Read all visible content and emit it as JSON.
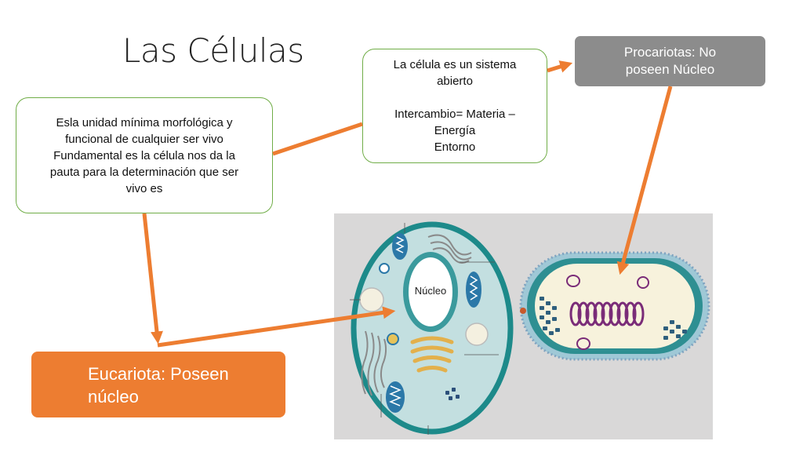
{
  "title": "Las Células",
  "definition_box": {
    "line1": "Esla unidad mínima morfológica y",
    "line2": "funcional de cualquier ser vivo",
    "line3": "Fundamental es la célula nos da la",
    "line4": "pauta para la determinación que ser",
    "line5": "vivo es"
  },
  "system_box": {
    "line1": "La célula es un sistema",
    "line2": "abierto",
    "line3": "Intercambio= Materia –",
    "line4": "Energía",
    "line5": "Entorno"
  },
  "prokaryote_box": {
    "line1": "Procariotas: No",
    "line2": "poseen Núcleo"
  },
  "eukaryote_box": {
    "line1": "Eucariota: Poseen",
    "line2": "núcleo"
  },
  "illustration": {
    "nucleus_label": "Núcleo"
  },
  "colors": {
    "arrow": "#ed7d31",
    "box_border": "#70ad47",
    "grey_box": "#8c8c8c",
    "cell_membrane": "#1d8a8a",
    "organelle": "#7a2c78"
  }
}
